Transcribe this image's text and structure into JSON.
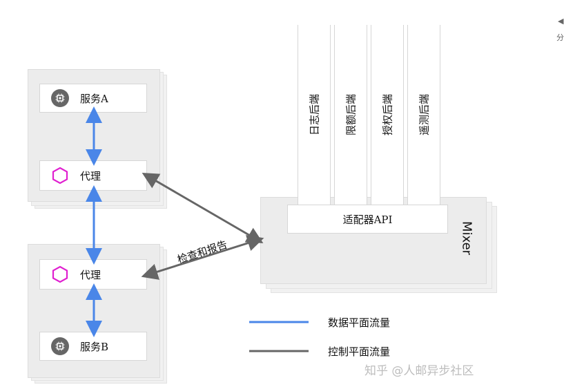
{
  "pod_a": {
    "service_label": "服务A",
    "proxy_label": "代理"
  },
  "pod_b": {
    "service_label": "服务B",
    "proxy_label": "代理"
  },
  "mixer": {
    "name": "Mixer",
    "adapter_label": "适配器API",
    "backends": [
      "日志后端",
      "限额后端",
      "授权后端",
      "遥测后端"
    ]
  },
  "arrow_label": "检查和报告",
  "legend": {
    "data_plane": {
      "label": "数据平面流量",
      "color": "#4a86e8"
    },
    "control_plane": {
      "label": "控制平面流量",
      "color": "#666666"
    }
  },
  "watermark": "知乎 @人邮异步社区",
  "corner": {
    "top_glyph": "◀",
    "share_label": "分"
  },
  "colors": {
    "proxy_hex": "#e020d0",
    "chip_bg": "#666666"
  },
  "icons": {
    "service": "chip-icon",
    "proxy": "hexagon-icon"
  }
}
